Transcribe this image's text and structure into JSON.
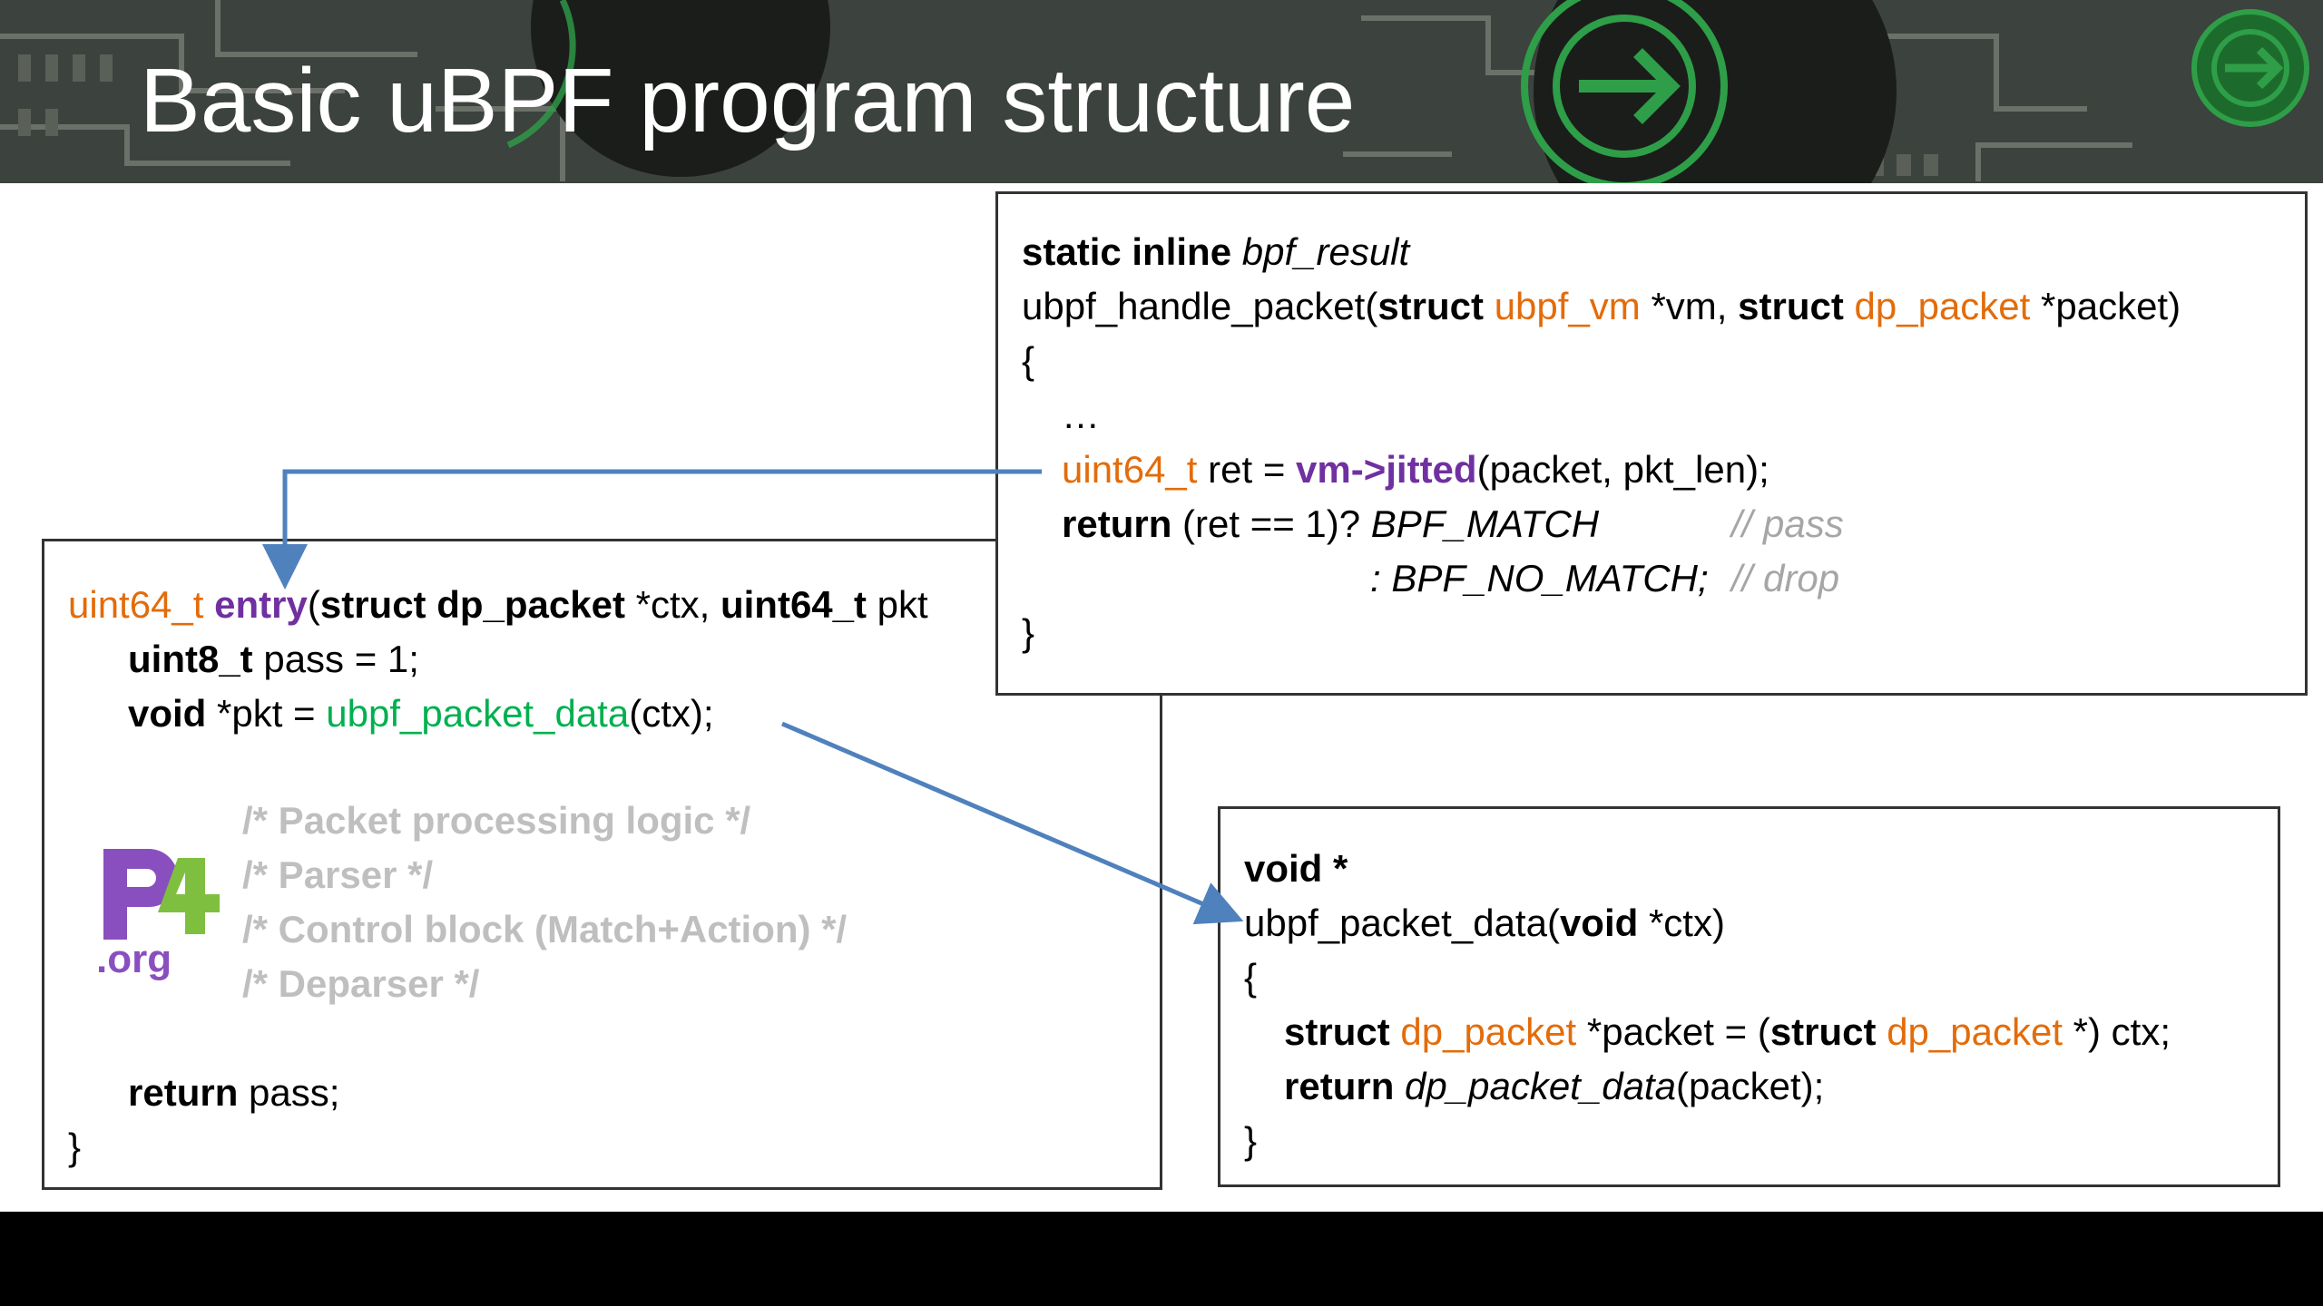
{
  "slide": {
    "title": "Basic uBPF program structure"
  },
  "colors": {
    "keyword_orange": "#e36c0a",
    "keyword_purple": "#7030a0",
    "function_green": "#00b050",
    "comment_gray": "#a6a6a6",
    "arrow_blue": "#4f81bd",
    "header_bg": "#3c423d"
  },
  "entry_box": {
    "line1": {
      "type": "uint64_t",
      "func": "entry",
      "open": "(",
      "kw1": "struct dp_packet",
      "arg1": " *ctx, ",
      "kw2": "uint64_t",
      "arg2": " pkt"
    },
    "line2": {
      "kw": "uint8_t",
      "rest": " pass = 1;"
    },
    "line3": {
      "kw": "void",
      "mid": " *pkt = ",
      "func": "ubpf_packet_data",
      "rest": "(ctx);"
    },
    "comments": [
      "/* Packet processing logic */",
      "/* Parser */",
      "/* Control block (Match+Action) */",
      "/* Deparser */"
    ],
    "ret": {
      "kw": "return",
      "rest": " pass;"
    },
    "close": "}",
    "logo_text": "P4 .org"
  },
  "handle_box": {
    "line1": {
      "kw": "static inline",
      "type": "bpf_result"
    },
    "line2": {
      "name": "ubpf_handle_packet(",
      "kw1": "struct",
      "t1": "ubpf_vm",
      "a1": " *vm, ",
      "kw2": "struct",
      "t2": "dp_packet",
      "a2": " *packet)"
    },
    "open": "{",
    "ellipsis": "…",
    "line5": {
      "type": "uint64_t",
      "mid": " ret = ",
      "call": "vm->jitted",
      "rest": "(packet, pkt_len);"
    },
    "line6": {
      "kw": "return",
      "mid": " (ret == 1)? ",
      "val": "BPF_MATCH",
      "comment": "// pass"
    },
    "line7": {
      "val": ": BPF_NO_MATCH;",
      "comment": "// drop"
    },
    "close": "}"
  },
  "data_box": {
    "line1": "void *",
    "line2": {
      "name": "ubpf_packet_data(",
      "kw": "void",
      "rest": " *ctx)"
    },
    "open": "{",
    "line4": {
      "kw1": "struct",
      "t1": "dp_packet",
      "mid": " *packet = (",
      "kw2": "struct",
      "t2": "dp_packet",
      "rest": " *) ctx;"
    },
    "line5": {
      "kw": "return",
      "func": "dp_packet_data",
      "rest": "(packet);"
    },
    "close": "}"
  }
}
